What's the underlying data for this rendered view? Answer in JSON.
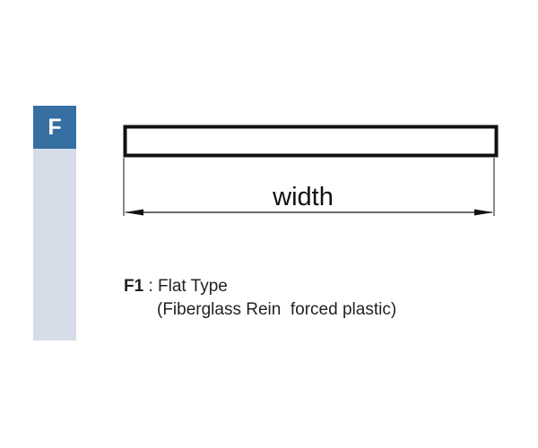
{
  "side_tab": {
    "letter": "F"
  },
  "diagram": {
    "dimension_label": "width"
  },
  "caption": {
    "code": "F1",
    "separator": " : ",
    "type_name": "Flat Type",
    "material": "(Fiberglass Rein  forced plastic)"
  },
  "colors": {
    "tab_header": "#3670a3",
    "tab_body": "#d6dce8",
    "outline": "#111111"
  }
}
